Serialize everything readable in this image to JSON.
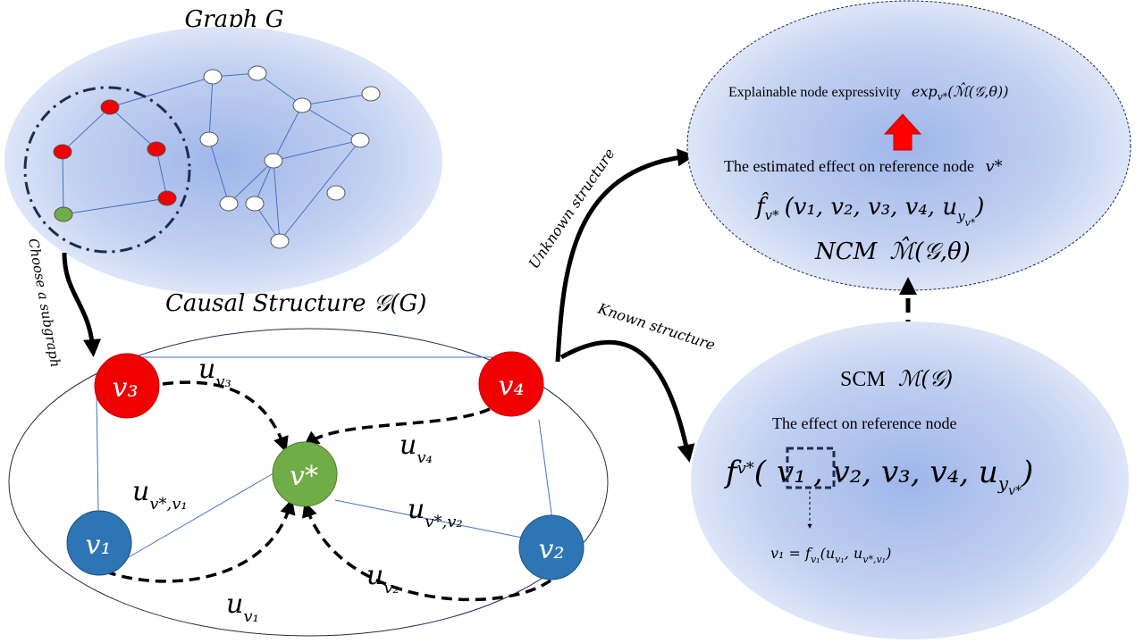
{
  "graph": {
    "title": "Graph G",
    "edges": []
  },
  "labels": {
    "choose_subgraph": "Choose a subgraph",
    "causal_structure": "Causal Structure  𝒢(G)",
    "unknown_structure": "Unknown structure",
    "known_structure": "Known structure"
  },
  "causal": {
    "nodes": {
      "v3": "v₃",
      "v4": "v₄",
      "vstar": "v*",
      "v1": "v₁",
      "v2": "v₂"
    },
    "noise": {
      "u_v3": "u",
      "u_v3_sub": "v₃",
      "u_v4": "u",
      "u_v4_sub": "v₄",
      "u_v1": "u",
      "u_v1_sub": "v₁",
      "u_v2": "u",
      "u_v2_sub": "v₂",
      "u_vstar_v1": "u",
      "u_vstar_v1_sub": "v*,v₁",
      "u_vstar_v2": "u",
      "u_vstar_v2_sub": "v*,v₂"
    }
  },
  "ncm_panel": {
    "explainable": "Explainable node expressivity",
    "explainable_math": "exp",
    "explainable_math_sub": "v*",
    "explainable_math_arg": "(ℳ̂(𝒢,θ))",
    "estimated_effect": "The estimated effect on reference node",
    "estimated_effect_node": "v*",
    "f_hat": "f̂",
    "f_hat_sub": "v*",
    "f_hat_args": "(v₁, v₂, v₃, v₄, u",
    "f_hat_args_sub": "y",
    "f_hat_args_subsub": "v*",
    "f_hat_close": ")",
    "ncm": "NCM",
    "ncm_math": "ℳ̂(𝒢,θ)"
  },
  "scm_panel": {
    "scm": "SCM",
    "scm_math": "ℳ(𝒢)",
    "effect": "The effect on reference node",
    "f": "f",
    "f_sub": "v*",
    "open": "(",
    "boxed": "v₁",
    "rest": ", v₂, v₃, v₄, u",
    "rest_sub": "y",
    "rest_subsub": "v*",
    "close": ")",
    "eq_lhs": "v₁ = f",
    "eq_sub": "v₁",
    "eq_args": "(u",
    "eq_u1": "v₁",
    "eq_mid": ", u",
    "eq_u2": "v*,v₁",
    "eq_close": ")"
  },
  "colors": {
    "red_node": "#f00000",
    "green_node": "#70ad47",
    "blue_node": "#2e75b6",
    "ellipse_center": "#b4c7e7",
    "edge_blue": "#4472c4",
    "arrow_red": "#ff0000"
  }
}
